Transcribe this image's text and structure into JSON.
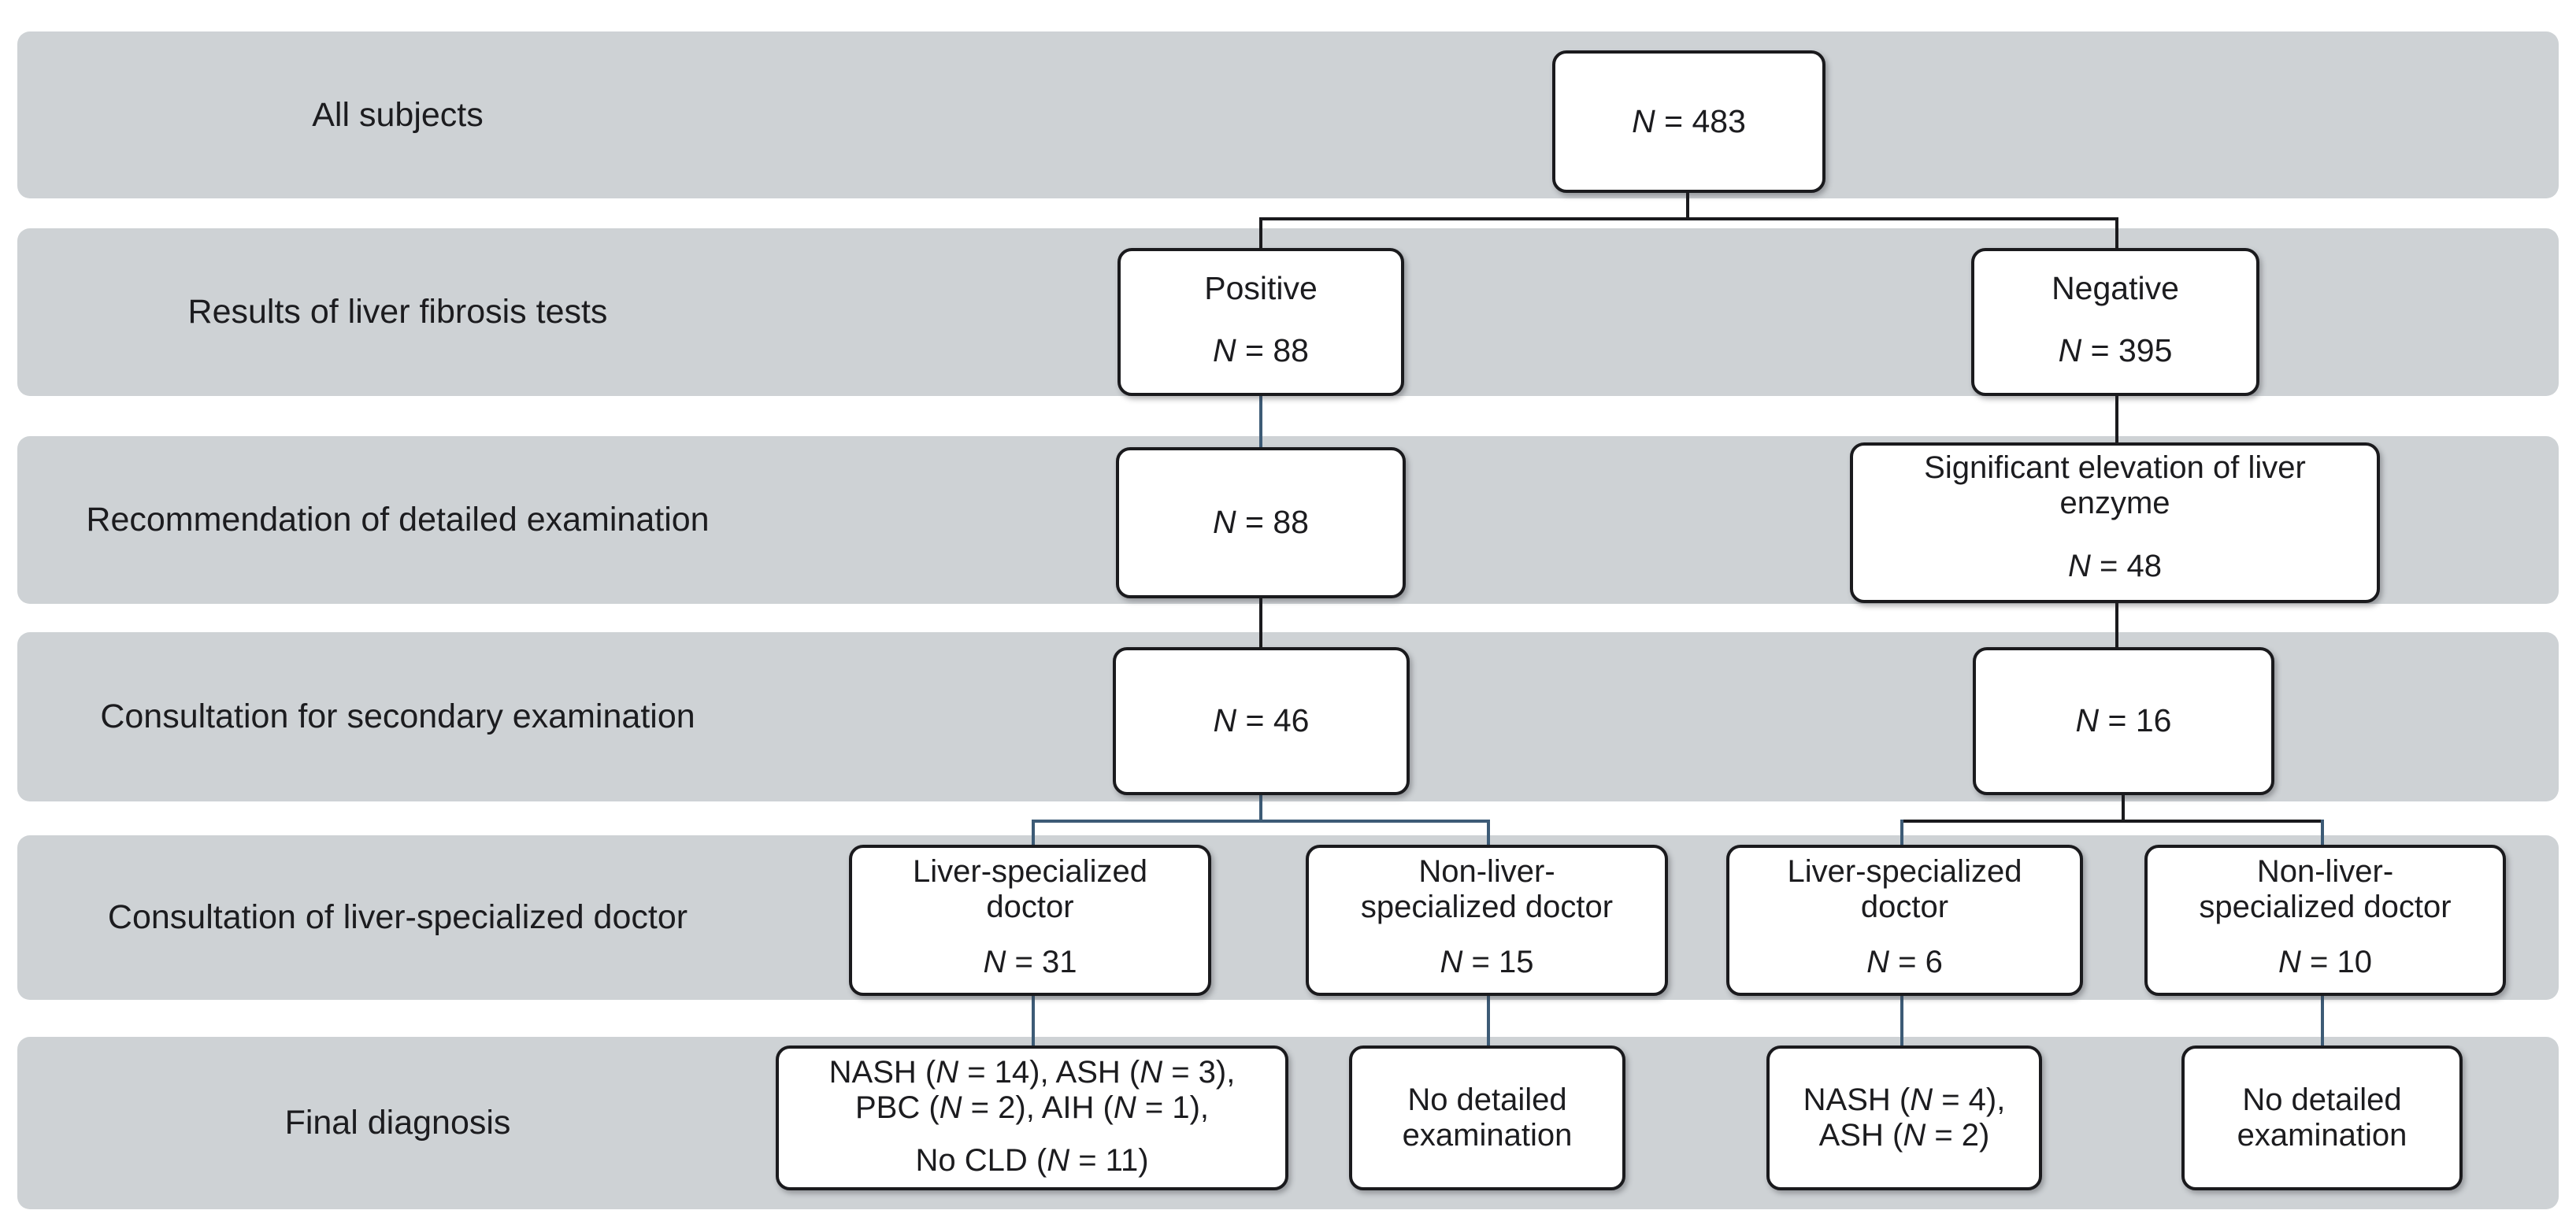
{
  "diagram": {
    "title_hint": "Flow of subjects through liver fibrosis screening",
    "row_labels": [
      "All subjects",
      "Results of liver fibrosis tests",
      "Recommendation of detailed examination",
      "Consultation for secondary examination",
      "Consultation of liver-specialized doctor",
      "Final diagnosis"
    ],
    "boxes": {
      "all_subjects": {
        "n": "N = 483"
      },
      "positive": {
        "lines": [
          "Positive"
        ],
        "n": "N = 88"
      },
      "negative": {
        "lines": [
          "Negative"
        ],
        "n": "N = 395"
      },
      "recommendation_left": {
        "n": "N = 88"
      },
      "recommendation_right": {
        "lines": [
          "Significant elevation of liver",
          "enzyme"
        ],
        "n": "N = 48"
      },
      "consultation_left": {
        "n": "N = 46"
      },
      "consultation_right": {
        "n": "N = 16"
      },
      "doctor_pos_liver": {
        "lines": [
          "Liver-specialized",
          "doctor"
        ],
        "n": "N = 31"
      },
      "doctor_pos_nonliver": {
        "lines": [
          "Non-liver-",
          "specialized doctor"
        ],
        "n": "N = 15"
      },
      "doctor_neg_liver": {
        "lines": [
          "Liver-specialized",
          "doctor"
        ],
        "n": "N = 6"
      },
      "doctor_neg_nonliver": {
        "lines": [
          "Non-liver-",
          "specialized doctor"
        ],
        "n": "N = 10"
      },
      "diagnosis_pos_liver": {
        "lines": [
          "NASH (N = 14), ASH (N = 3),",
          "PBC (N = 2), AIH (N = 1),"
        ],
        "last_line": "No CLD (N = 11)"
      },
      "diagnosis_pos_nonliver": {
        "lines": [
          "No detailed",
          "examination"
        ]
      },
      "diagnosis_neg_liver": {
        "lines": [
          "NASH (N = 4),",
          "ASH (N = 2)"
        ]
      },
      "diagnosis_neg_nonliver": {
        "lines": [
          "No detailed",
          "examination"
        ]
      }
    },
    "colors": {
      "band_gray": "#ced2d5",
      "box_border": "#1a1a1d",
      "connector_dark": "#1a1a1d",
      "connector_blue": "#3d5b76",
      "background": "#ffffff"
    }
  }
}
